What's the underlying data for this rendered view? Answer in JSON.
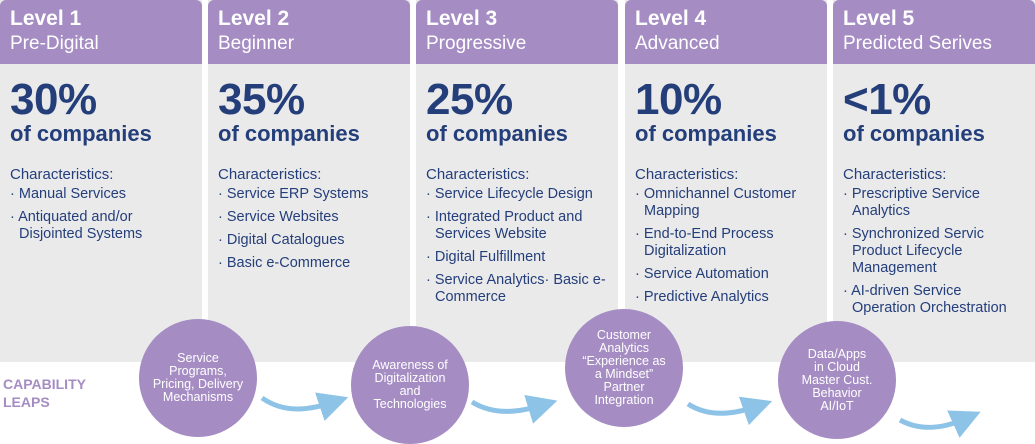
{
  "levels": [
    {
      "level": "Level 1",
      "name": "Pre-Digital",
      "pct": "30%",
      "sub": "of companies",
      "char": "Characteristics:",
      "items": [
        "Manual Services",
        "Antiquated and/or Disjointed Systems"
      ]
    },
    {
      "level": "Level 2",
      "name": "Beginner",
      "pct": "35%",
      "sub": "of companies",
      "char": "Characteristics:",
      "items": [
        "Service ERP Systems",
        "Service Websites",
        "Digital Catalogues",
        "Basic e-Commerce"
      ]
    },
    {
      "level": "Level 3",
      "name": "Progressive",
      "pct": "25%",
      "sub": "of companies",
      "char": "Characteristics:",
      "items": [
        "Service Lifecycle Design",
        "Integrated Product and Services Website",
        "Digital Fulfillment",
        "Service Analytics· Basic e-Commerce"
      ]
    },
    {
      "level": "Level 4",
      "name": "Advanced",
      "pct": "10%",
      "sub": "of companies",
      "char": "Characteristics:",
      "items": [
        "Omnichannel Customer Mapping",
        "End-to-End Process Digitalization",
        "Service Automation",
        "Predictive Analytics"
      ]
    },
    {
      "level": "Level 5",
      "name": "Predicted Serives",
      "pct": "<1%",
      "sub": "of companies",
      "char": "Characteristics:",
      "items": [
        "Prescriptive Service Analytics",
        "Synchronized Servic Product Lifecycle Management",
        "AI-driven Service Operation Orchestration"
      ]
    }
  ],
  "capability": {
    "label_line1": "CAPABILITY",
    "label_line2": "LEAPS",
    "leaps": [
      [
        "Service",
        "Programs,",
        "Pricing, Delivery",
        "Mechanisms"
      ],
      [
        "Awareness of",
        "Digitalization",
        "and",
        "Technologies"
      ],
      [
        "Customer",
        "Analytics",
        "“Experience as",
        "a Mindset”",
        "Partner",
        "Integration"
      ],
      [
        "Data/Apps",
        "in Cloud",
        "Master Cust.",
        "Behavior",
        "AI/IoT"
      ]
    ]
  },
  "colors": {
    "header": "#a58cc3",
    "text": "#243e7a",
    "panel": "#eaeaeb",
    "arrow": "#8dc3e6"
  }
}
